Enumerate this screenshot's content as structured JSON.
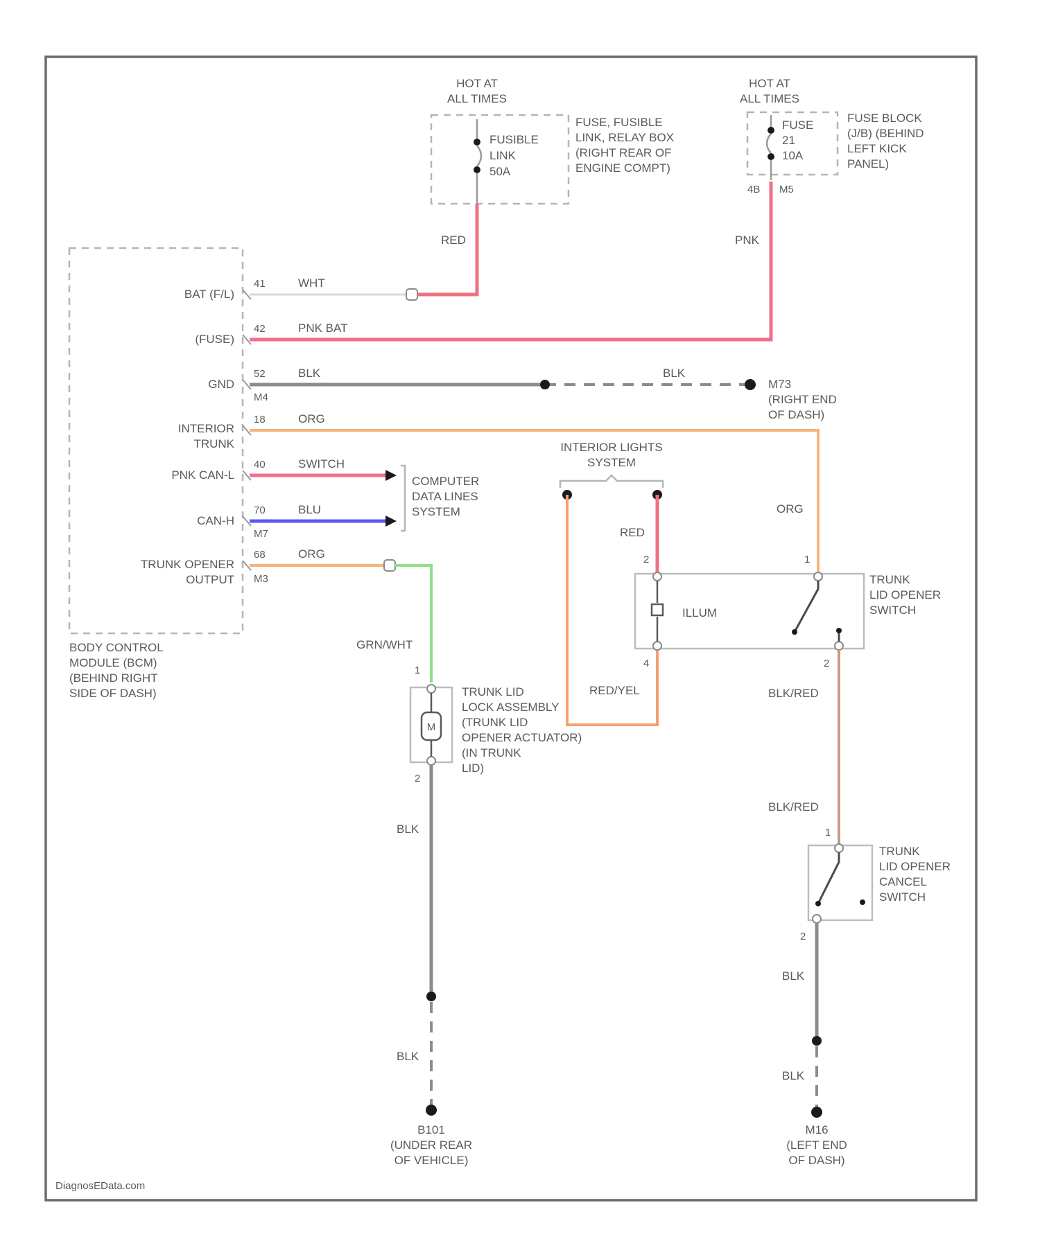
{
  "diagram": {
    "fuse_left": {
      "hot_label": [
        "HOT AT",
        "ALL TIMES"
      ],
      "inner": [
        "FUSIBLE",
        "LINK",
        "50A"
      ],
      "desc": [
        "FUSE, FUSIBLE",
        "LINK, RELAY BOX",
        "(RIGHT REAR OF",
        "ENGINE COMPT)"
      ]
    },
    "fuse_right": {
      "hot_label": [
        "HOT AT",
        "ALL TIMES"
      ],
      "inner": [
        "FUSE",
        "21",
        "10A"
      ],
      "desc": [
        "FUSE BLOCK",
        "(J/B) (BEHIND",
        "LEFT KICK",
        "PANEL)"
      ],
      "pins": [
        "4B",
        "M5"
      ]
    },
    "bcm": {
      "pins": [
        {
          "name": "BAT (F/L)",
          "pin": "41",
          "wire": "WHT"
        },
        {
          "name": "(FUSE)",
          "pin": "42",
          "wire": "PNK BAT"
        },
        {
          "name": "GND",
          "pin": "52",
          "wire": "BLK"
        },
        {
          "name": "INTERIOR",
          "pin": "18",
          "wire": "ORG"
        },
        {
          "name": "PNK CAN-L",
          "pin": "40",
          "wire": "SWITCH"
        },
        {
          "name": "CAN-H",
          "pin": "70",
          "wire": "BLU"
        },
        {
          "name": "TRUNK OPENER",
          "pin": "68",
          "wire": "ORG"
        }
      ],
      "interior_sub": "TRUNK",
      "opener_sub": "OUTPUT",
      "conn": [
        "M4",
        "M7",
        "M3"
      ],
      "desc": [
        "BODY CONTROL",
        "MODULE (BCM)",
        "(BEHIND RIGHT",
        "SIDE OF DASH)"
      ]
    },
    "wires": {
      "red": "RED",
      "pnk": "PNK",
      "blk_gnd": "BLK",
      "org_right": "ORG",
      "grn_wht": "GRN/WHT",
      "red_il": "RED",
      "red_yel": "RED/YEL",
      "blk_red1": "BLK/RED",
      "blk_red2": "BLK/RED",
      "blk_left1": "BLK",
      "blk_left2": "BLK",
      "blk_right1": "BLK",
      "blk_right2": "BLK"
    },
    "ground_m": {
      "id": "M73",
      "desc": [
        "(RIGHT END",
        "OF DASH)"
      ]
    },
    "computer_data": [
      "COMPUTER",
      "DATA LINES",
      "SYSTEM"
    ],
    "interior_lights": [
      "INTERIOR LIGHTS",
      "SYSTEM"
    ],
    "trunk_switch": {
      "illum": "ILLUM",
      "desc": [
        "TRUNK",
        "LID OPENER",
        "SWITCH"
      ],
      "pins": [
        "2",
        "1",
        "4",
        "2"
      ]
    },
    "actuator": {
      "desc": [
        "TRUNK LID",
        "LOCK ASSEMBLY",
        "(TRUNK LID",
        "OPENER ACTUATOR)",
        "(IN TRUNK",
        "LID)"
      ],
      "pins": [
        "1",
        "2"
      ]
    },
    "cancel_switch": {
      "desc": [
        "TRUNK",
        "LID OPENER",
        "CANCEL",
        "SWITCH"
      ],
      "pins": [
        "1",
        "2"
      ]
    },
    "ground_left": {
      "id": "B101",
      "desc": [
        "(UNDER REAR",
        "OF VEHICLE)"
      ]
    },
    "ground_right": {
      "id": "M16",
      "desc": [
        "(LEFT END",
        "OF DASH)"
      ]
    },
    "watermark": "DiagnosEData.com",
    "colors": {
      "red": "#f07080",
      "pink": "#f07088",
      "orange": "#f6b47c",
      "blue": "#5a5af0",
      "green": "#8fe08a",
      "gray": "#8c8c8c",
      "brown": "#c89a84",
      "white_wire": "#d8d8d8"
    }
  }
}
